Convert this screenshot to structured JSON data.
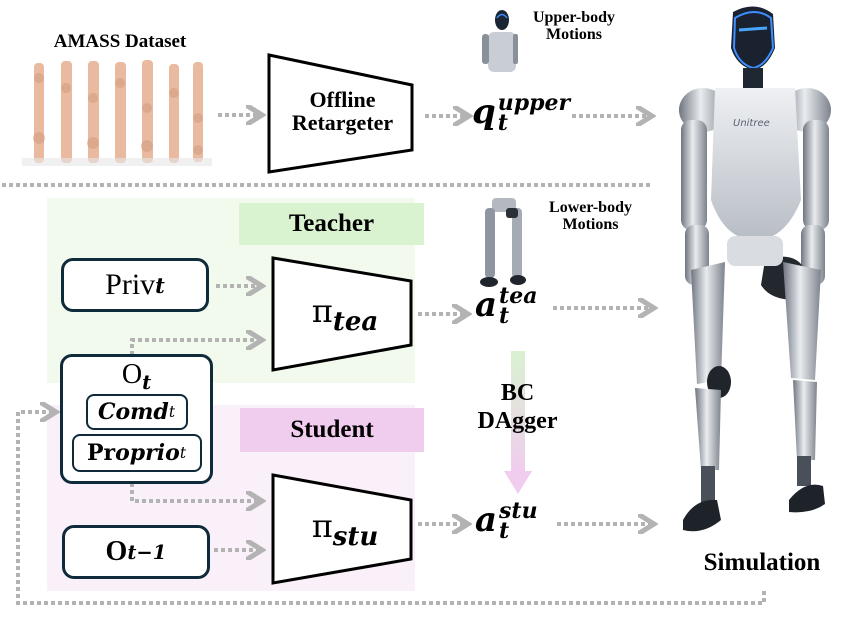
{
  "diagram": {
    "top_section": {
      "dataset_label": "AMASS Dataset",
      "retargeter_label_line1": "Offline",
      "retargeter_label_line2": "Retargeter",
      "upper_motion_symbol": "q",
      "upper_motion_sub": "t",
      "upper_motion_sup": "upper",
      "upper_body_label_line1": "Upper-body",
      "upper_body_label_line2": "Motions"
    },
    "teacher": {
      "tag": "Teacher",
      "priv_main": "Priv",
      "priv_sub": "t",
      "policy_symbol": "π",
      "policy_sub": "tea",
      "action_symbol": "a",
      "action_sub": "t",
      "action_sup": "tea",
      "lower_body_label_line1": "Lower-body",
      "lower_body_label_line2": "Motions",
      "color": "#f2faed",
      "tag_color": "#d9f2d0"
    },
    "observation": {
      "main": "O",
      "main_sub": "t",
      "comd_main": "Comd",
      "comd_sub": "t",
      "proprio_prefix": "Pr",
      "proprio_main": "oprio",
      "proprio_sub": "t",
      "prev_main": "O",
      "prev_sub": "t−1"
    },
    "distillation": {
      "line1": "BC",
      "line2": "DAgger"
    },
    "student": {
      "tag": "Student",
      "policy_symbol": "π",
      "policy_sub": "stu",
      "action_symbol": "a",
      "action_sub": "t",
      "action_sup": "stu",
      "color": "#faf0f9",
      "tag_color": "#f0cdee"
    },
    "robot": {
      "brand": "Unitree",
      "label": "Simulation"
    },
    "colors": {
      "arrow": "#b3b3b3",
      "box_border": "#0e2a3b"
    }
  }
}
